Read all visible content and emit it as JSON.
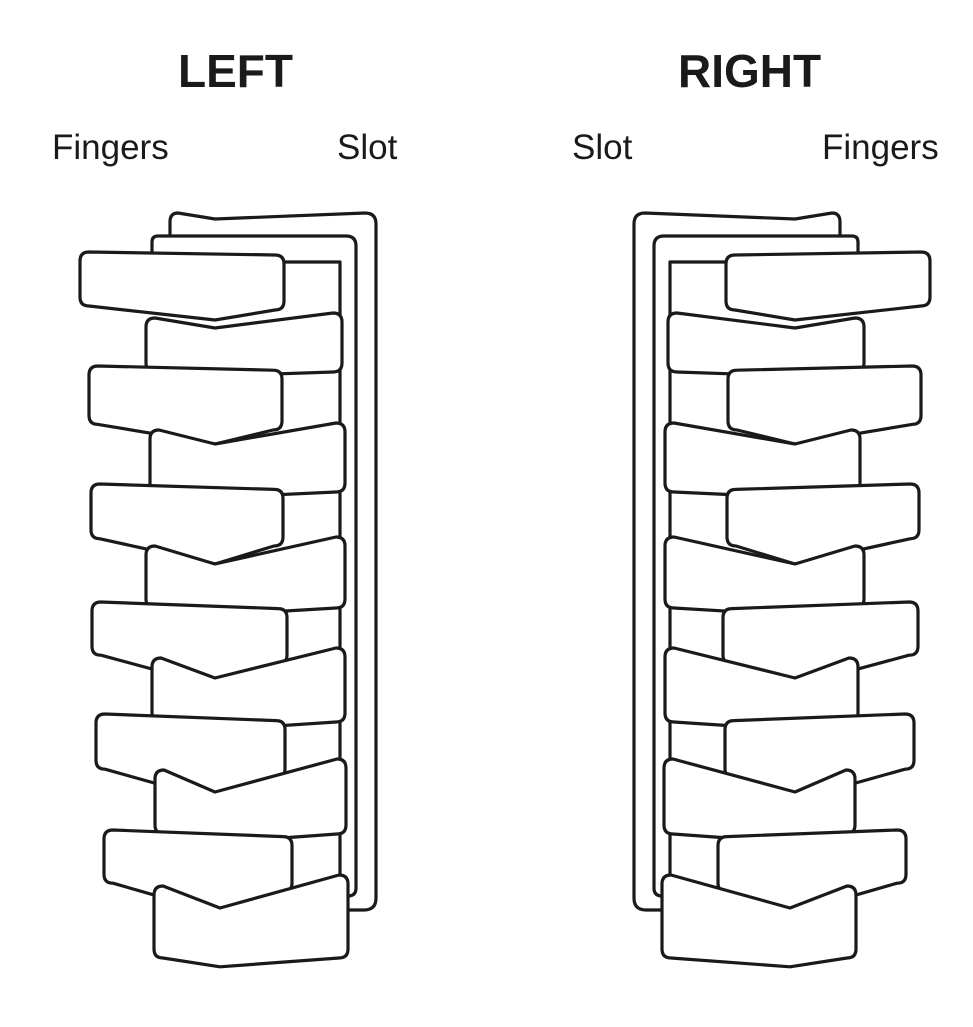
{
  "diagram": {
    "left": {
      "title": "LEFT",
      "fingers_label": "Fingers",
      "slot_label": "Slot"
    },
    "right": {
      "title": "RIGHT",
      "slot_label": "Slot",
      "fingers_label": "Fingers"
    }
  },
  "colors": {
    "stroke": "#1a1a1a",
    "fill": "#ffffff"
  }
}
